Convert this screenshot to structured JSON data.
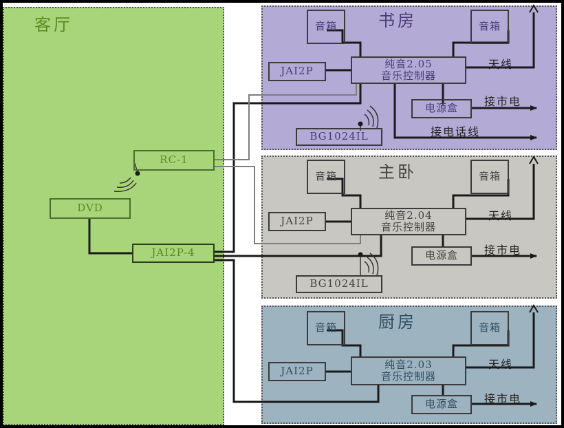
{
  "living_room": {
    "title": "客厅",
    "rc": "RC-1",
    "dvd": "DVD",
    "hub": "JAI2P-4"
  },
  "study": {
    "title": "书房",
    "speaker_left": "音箱",
    "speaker_right": "音箱",
    "jai": "JAI2P",
    "controller_line1": "纯音2.05",
    "controller_line2": "音乐控制器",
    "power_box": "电源盒",
    "antenna": "天线",
    "mains": "接市电",
    "phone": "接电话线",
    "receiver": "BG1024IL"
  },
  "master_bedroom": {
    "title": "主卧",
    "speaker_left": "音箱",
    "speaker_right": "音箱",
    "jai": "JAI2P",
    "controller_line1": "纯音2.04",
    "controller_line2": "音乐控制器",
    "power_box": "电源盒",
    "antenna": "天线",
    "mains": "接市电",
    "receiver": "BG1024IL"
  },
  "kitchen": {
    "title": "厨房",
    "speaker_left": "音箱",
    "speaker_right": "音箱",
    "jai": "JAI2P",
    "controller_line1": "纯音2.03",
    "controller_line2": "音乐控制器",
    "power_box": "电源盒",
    "antenna": "天线",
    "mains": "接市电"
  },
  "colors": {
    "living_room_bg": "#a9d57a",
    "study_bg": "#b3aad6",
    "bedroom_bg": "#c8c7c2",
    "kitchen_bg": "#9eb3c0",
    "wire": "#1a1a1a",
    "wire_light": "#8a8a8a"
  }
}
